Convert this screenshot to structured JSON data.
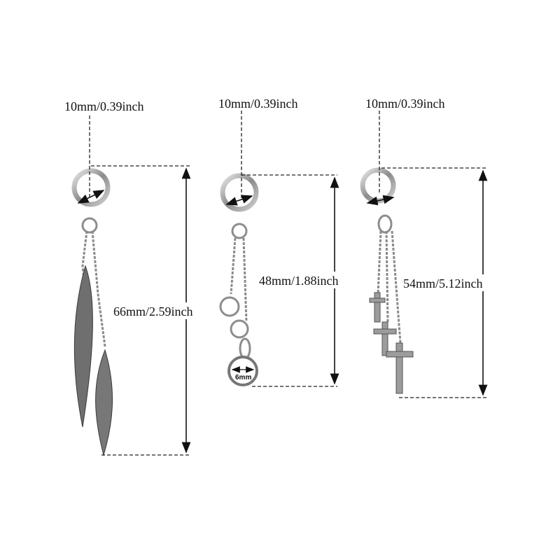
{
  "earrings": [
    {
      "name": "feather",
      "width_label": "10mm/0.39inch",
      "length_label": "66mm/2.59inch"
    },
    {
      "name": "ring-chain",
      "width_label": "10mm/0.39inch",
      "length_label": "48mm/1.88inch",
      "ring_label": "6mm"
    },
    {
      "name": "cross",
      "width_label": "10mm/0.39inch",
      "length_label": "54mm/5.12inch"
    }
  ],
  "colors": {
    "steel": "#a8a8a8",
    "line": "#111111"
  }
}
